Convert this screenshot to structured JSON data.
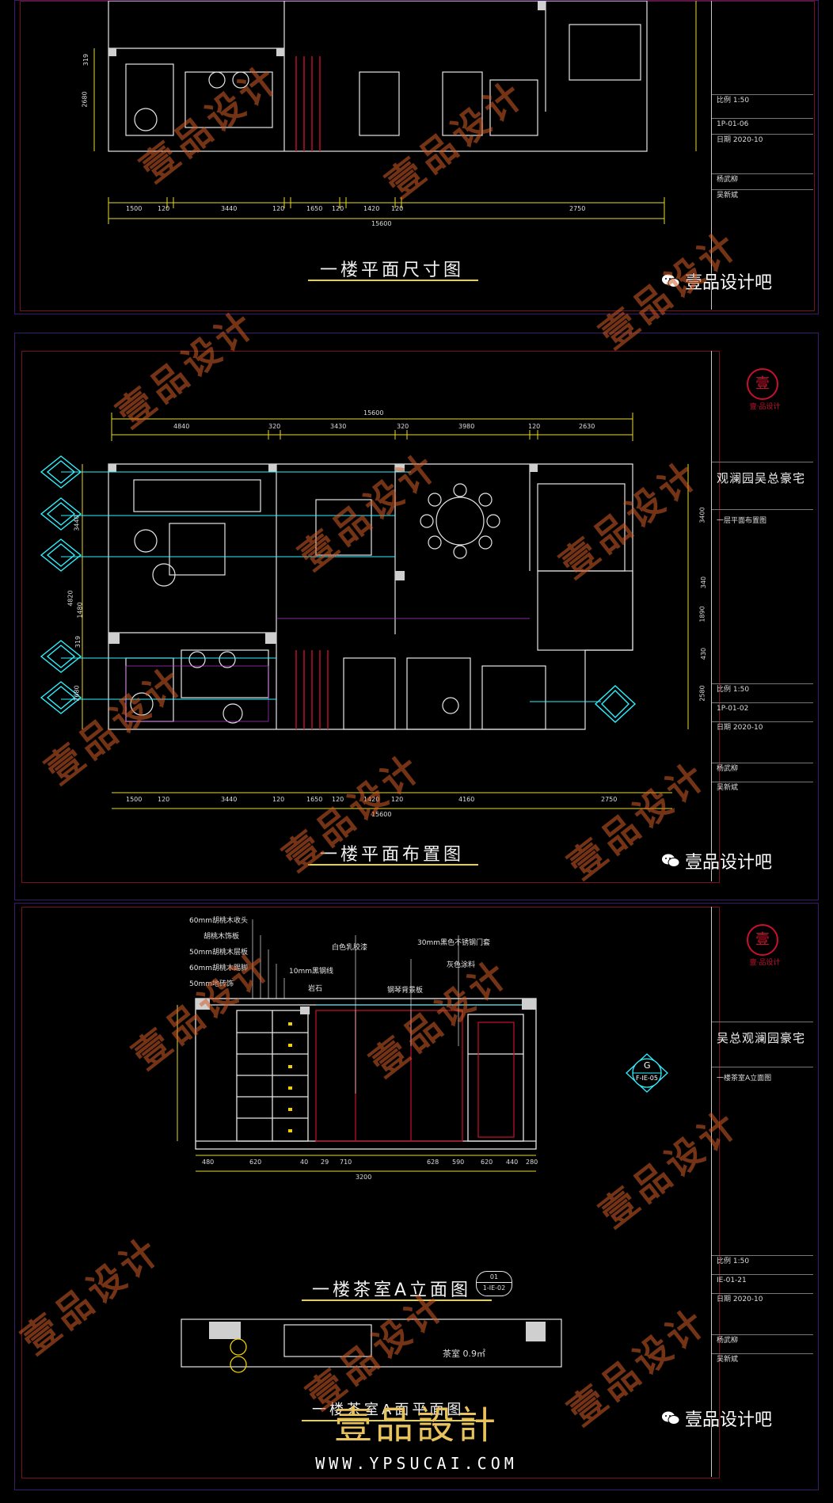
{
  "sheets": {
    "plan_dimension": {
      "title": "一楼平面尺寸图",
      "dims_bottom": [
        "1500",
        "120",
        "3440",
        "120",
        "1650",
        "120",
        "1420",
        "120",
        "2750"
      ],
      "dims_total": "15600",
      "dims_left": [
        "319",
        "2680"
      ]
    },
    "plan_layout": {
      "title": "一楼平面布置图",
      "dims_top": [
        "4840",
        "320",
        "3430",
        "320",
        "3980",
        "120",
        "2630"
      ],
      "dims_top_total": "15600",
      "dims_bottom": [
        "1500",
        "120",
        "3440",
        "120",
        "1650",
        "120",
        "1420",
        "120",
        "4160",
        "2750"
      ],
      "dims_total": "15600",
      "dims_left": [
        "3440",
        "4820",
        "1480",
        "319",
        "2680"
      ],
      "dims_right": [
        "3400",
        "340",
        "1890",
        "430",
        "2580"
      ]
    },
    "elevation": {
      "title": "一楼茶室A立面图",
      "plan_title": "一楼茶室A面平面图",
      "badge_top": "01",
      "badge_bottom": "1-IE-02",
      "callout_top": "G",
      "callout_bottom": "F-IE-05",
      "left_notes": [
        "60mm胡桃木收头",
        "胡桃木饰板",
        "50mm胡桃木层板",
        "60mm胡桃木踢脚",
        "50mm地砖饰"
      ],
      "top_notes": [
        "白色乳胶漆",
        "30mm黑色不锈钢门套",
        "灰色涂料",
        "10mm黑钢线",
        "岩石",
        "钢琴背景板"
      ],
      "dims_bottom": [
        "480",
        "620",
        "40",
        "29",
        "710",
        "628",
        "590",
        "620",
        "440",
        "280"
      ],
      "dims_total": "3200",
      "plan_room_label": "茶室 0.9㎡"
    }
  },
  "titleblock": {
    "project_layout": "观澜园吴总豪宅",
    "project_elevation": "吴总观澜园豪宅",
    "drawing_name_layout": "一层平面布置图",
    "drawing_name_elevation": "一楼茶室A立面图",
    "scale": "1:50",
    "scale_label": "比例",
    "date": "2020-10",
    "date_label": "日期",
    "sheet_no_dimension": "1P-01-06",
    "sheet_no_layout": "1P-01-02",
    "sheet_no_elevation": "IE-01-21",
    "designer": "杨武柳",
    "checker": "吴新斌",
    "company": "壹·品设计"
  },
  "watermark": {
    "brand": "壹品设计",
    "wechat": "壹品设计吧"
  },
  "footer": {
    "logo": "壹品設計",
    "url": "WWW.YPSUCAI.COM"
  },
  "colors": {
    "background": "#000000",
    "cad_wall": "#e6e6e6",
    "cad_dim": "#d8d8d8",
    "cad_red": "#c8102e",
    "cad_cyan": "#2ff0ff",
    "cad_yellow": "#e7d23a",
    "cad_magenta": "#b03cd0",
    "cad_orange": "#d6631f",
    "frame": "#3a1a6a"
  },
  "icons": [
    "wechat-icon",
    "elevation-marker-icon",
    "section-callout-icon",
    "company-logo-icon"
  ]
}
